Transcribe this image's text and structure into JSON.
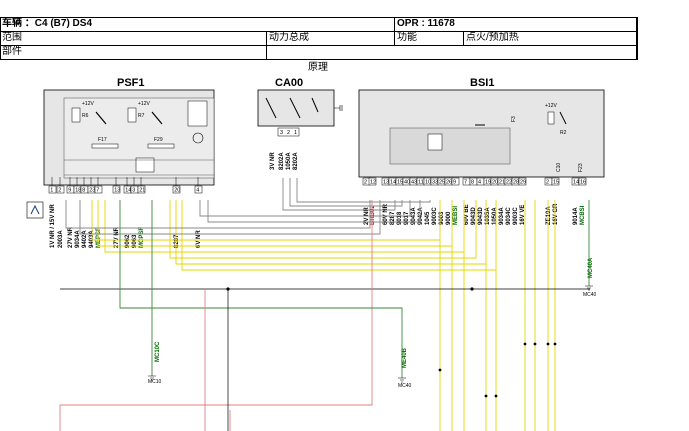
{
  "header": {
    "vehicle": "车辆 ：C4 (B7) DS4",
    "opr": "OPR : 11678",
    "scope_label": "范围",
    "scope_value": "动力总成",
    "function_label": "功能",
    "function_value": "点火/预加热",
    "part_label": "部件"
  },
  "subtitle": "原理",
  "modules": {
    "psf1": {
      "name": "PSF1",
      "r6": "R6",
      "r7": "R7",
      "f17": "F17",
      "f29": "F29",
      "v12a": "+12V",
      "v12b": "+12V"
    },
    "ca00": {
      "name": "CA00",
      "pins": [
        "3",
        "2",
        "1"
      ],
      "wires": [
        "3V NR",
        "8202A",
        "1050A",
        "8202A"
      ]
    },
    "bsi1": {
      "name": "BSI1",
      "v12": "+12V",
      "r2": "R2",
      "f23": "F23",
      "f3": "F3",
      "ct": "C10"
    }
  },
  "psf1_wires": [
    {
      "label": "1V NR / 15V NR",
      "color": "#000"
    },
    {
      "label": "2003A",
      "color": "#000"
    },
    {
      "label": "27V NR",
      "color": "#000"
    },
    {
      "label": "9034A",
      "color": "#000"
    },
    {
      "label": "9402A",
      "color": "#000"
    },
    {
      "label": "9403A",
      "color": "#000"
    },
    {
      "label": "MEPSF",
      "color": "#006600"
    },
    {
      "label": "27V NR",
      "color": "#000"
    },
    {
      "label": "9062",
      "color": "#000"
    },
    {
      "label": "9063",
      "color": "#000"
    },
    {
      "label": "MCPSF",
      "color": "#006600"
    },
    {
      "label": "8287",
      "color": "#000"
    },
    {
      "label": "6V NR",
      "color": "#000"
    }
  ],
  "psf1_pins": [
    "1",
    "2",
    "9",
    "18",
    "8",
    "23",
    "7",
    "13",
    "14",
    "3",
    "21",
    "20",
    "4"
  ],
  "bsi1_wires": [
    {
      "label": "2V NR",
      "color": "#000"
    },
    {
      "label": "BRB02",
      "color": "#c00000"
    },
    {
      "label": "60V NR",
      "color": "#000"
    },
    {
      "label": "8287",
      "color": "#000"
    },
    {
      "label": "9018",
      "color": "#000"
    },
    {
      "label": "9017",
      "color": "#000"
    },
    {
      "label": "9043A",
      "color": "#000"
    },
    {
      "label": "9042A",
      "color": "#000"
    },
    {
      "label": "1045",
      "color": "#000"
    },
    {
      "label": "9003C",
      "color": "#000"
    },
    {
      "label": "9003",
      "color": "#000"
    },
    {
      "label": "9000",
      "color": "#000"
    },
    {
      "label": "MEBSI",
      "color": "#006600"
    },
    {
      "label": "60V BE",
      "color": "#000"
    },
    {
      "label": "9043D",
      "color": "#000"
    },
    {
      "label": "9043D",
      "color": "#000"
    },
    {
      "label": "1035A",
      "color": "#000"
    },
    {
      "label": "1050A",
      "color": "#000"
    },
    {
      "label": "9034A",
      "color": "#000"
    },
    {
      "label": "9034C",
      "color": "#000"
    },
    {
      "label": "9003C",
      "color": "#000"
    },
    {
      "label": "16V VE",
      "color": "#000"
    },
    {
      "label": "ZE19A",
      "color": "#000"
    },
    {
      "label": "16V GR",
      "color": "#000"
    },
    {
      "label": "9014A",
      "color": "#000"
    },
    {
      "label": "MCBSI",
      "color": "#006600"
    }
  ],
  "bsi1_pins": [
    "2",
    "12",
    "13",
    "14",
    "15",
    "40",
    "43",
    "11",
    "10",
    "33",
    "25",
    "26",
    "9",
    "7",
    "8",
    "4",
    "19",
    "20",
    "21",
    "22",
    "28",
    "29",
    "2",
    "15",
    "14",
    "16"
  ],
  "grounds": [
    {
      "wire": "MC10C",
      "label": "MC10"
    },
    {
      "wire": "ME40B",
      "label": "MC40"
    },
    {
      "wire": "MC40A",
      "label": "MC40"
    }
  ],
  "fuse_icon": "fuse-icon"
}
